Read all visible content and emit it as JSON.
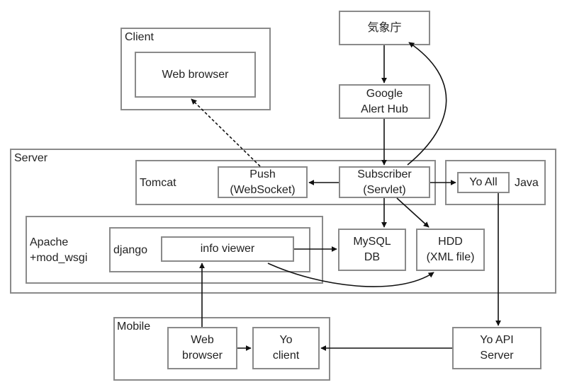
{
  "groups": {
    "client": "Client",
    "server": "Server",
    "tomcat": "Tomcat",
    "java": "Java",
    "apache": "Apache\n+mod_wsgi",
    "django": "django",
    "mobile": "Mobile"
  },
  "nodes": {
    "jma": "気象庁",
    "google_alert_hub": "Google\nAlert Hub",
    "web_browser_client": "Web browser",
    "push": "Push\n(WebSocket)",
    "subscriber": "Subscriber\n(Servlet)",
    "yo_all": "Yo All",
    "info_viewer": "info viewer",
    "mysql": "MySQL\nDB",
    "hdd": "HDD\n(XML file)",
    "web_browser_mobile": "Web\nbrowser",
    "yo_client": "Yo\nclient",
    "yo_api_server": "Yo API\nServer"
  }
}
